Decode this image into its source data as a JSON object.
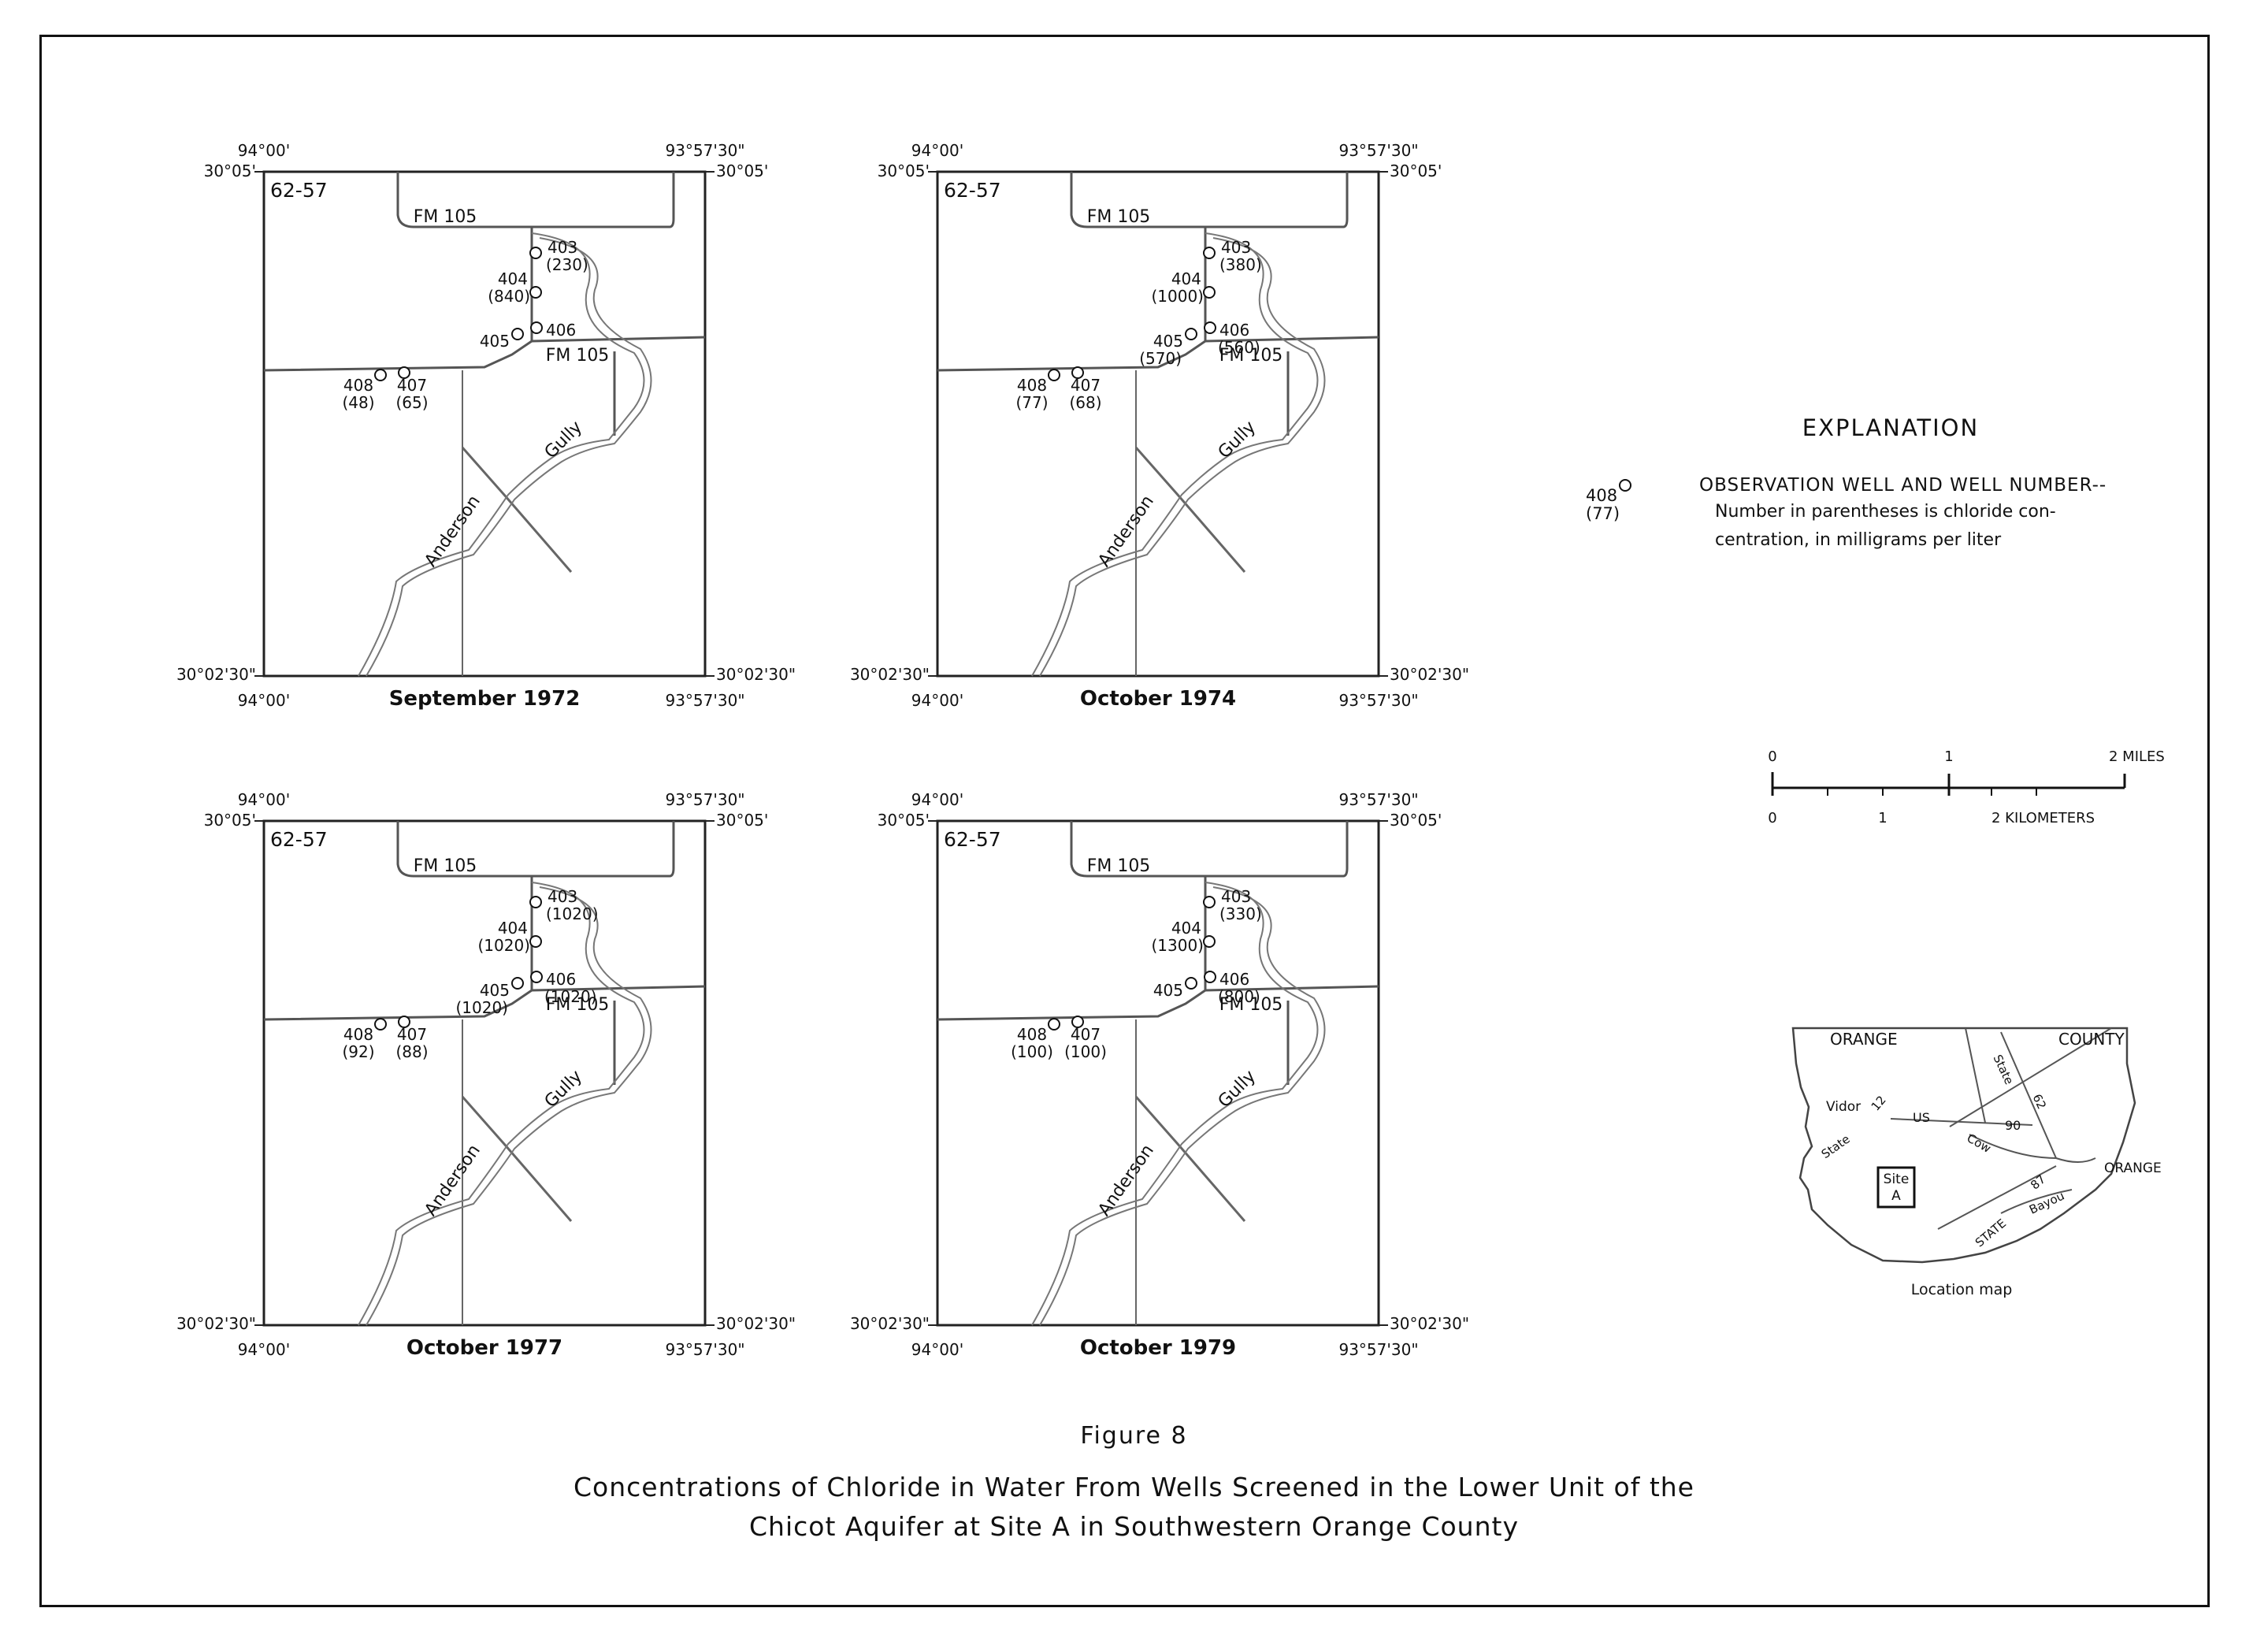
{
  "figure": {
    "number": "Figure 8",
    "title_line1": "Concentrations of Chloride in Water From Wells Screened in the Lower Unit of the",
    "title_line2": "Chicot Aquifer at Site A in Southwestern Orange County"
  },
  "coords": {
    "lon_west": "94°00'",
    "lon_east": "93°57'30\"",
    "lat_north": "30°05'",
    "lat_south": "30°02'30\""
  },
  "labels": {
    "grid_id": "62-57",
    "road": "FM 105",
    "creek_anderson": "Anderson",
    "creek_gully": "Gully"
  },
  "panels": [
    {
      "date": "September 1972",
      "wells": [
        {
          "id": "403",
          "value": "(230)"
        },
        {
          "id": "404",
          "value": "(840)"
        },
        {
          "id": "405",
          "value": ""
        },
        {
          "id": "406",
          "value": ""
        },
        {
          "id": "407",
          "value": "(65)"
        },
        {
          "id": "408",
          "value": "(48)"
        }
      ]
    },
    {
      "date": "October 1974",
      "wells": [
        {
          "id": "403",
          "value": "(380)"
        },
        {
          "id": "404",
          "value": "(1000)"
        },
        {
          "id": "405",
          "value": "(570)"
        },
        {
          "id": "406",
          "value": "(560)"
        },
        {
          "id": "407",
          "value": "(68)"
        },
        {
          "id": "408",
          "value": "(77)"
        }
      ]
    },
    {
      "date": "October 1977",
      "wells": [
        {
          "id": "403",
          "value": "(1020)"
        },
        {
          "id": "404",
          "value": "(1020)"
        },
        {
          "id": "405",
          "value": "(1020)"
        },
        {
          "id": "406",
          "value": "(1020)"
        },
        {
          "id": "407",
          "value": "(88)"
        },
        {
          "id": "408",
          "value": "(92)"
        }
      ]
    },
    {
      "date": "October 1979",
      "wells": [
        {
          "id": "403",
          "value": "(330)"
        },
        {
          "id": "404",
          "value": "(1300)"
        },
        {
          "id": "405",
          "value": ""
        },
        {
          "id": "406",
          "value": "(800)"
        },
        {
          "id": "407",
          "value": "(100)"
        },
        {
          "id": "408",
          "value": "(100)"
        }
      ]
    }
  ],
  "explanation": {
    "heading": "EXPLANATION",
    "sample_id": "408",
    "sample_value": "(77)",
    "item_title": "OBSERVATION WELL AND WELL NUMBER--",
    "item_line1": "Number in parentheses is chloride con-",
    "item_line2": "centration, in milligrams per liter"
  },
  "scale": {
    "miles_0": "0",
    "miles_1": "1",
    "miles_2": "2 MILES",
    "km_0": "0",
    "km_1": "1",
    "km_2": "2 KILOMETERS"
  },
  "location_map": {
    "county_left": "ORANGE",
    "county_right": "COUNTY",
    "town_vidor": "Vidor",
    "town_orange": "ORANGE",
    "site_line1": "Site",
    "site_line2": "A",
    "road_us": "US",
    "road_90": "90",
    "road_12": "12",
    "road_62": "62",
    "road_87": "87",
    "state_62": "State",
    "state_12": "State",
    "state_87": "STATE",
    "cow": "Cow",
    "bayou": "Bayou",
    "caption": "Location map"
  }
}
